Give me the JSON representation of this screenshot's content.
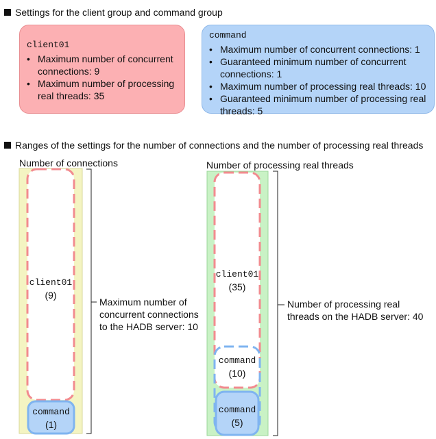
{
  "section1": {
    "heading": "Settings for the client group and command group"
  },
  "client_box": {
    "name": "client01",
    "items": [
      "Maximum number of concurrent connections: 9",
      "Maximum number of processing real threads: 35"
    ]
  },
  "command_box": {
    "name": "command",
    "items": [
      "Maximum number of concurrent connections: 1",
      "Guaranteed minimum number of concurrent connections: 1",
      "Maximum number of processing real threads: 10",
      "Guaranteed minimum number of processing real threads: 5"
    ]
  },
  "section2": {
    "heading": "Ranges of the settings for the number of connections and the number of processing real threads"
  },
  "connections": {
    "title": "Number of connections",
    "client_name": "client01",
    "client_value": "(9)",
    "command_name": "command",
    "command_value": "(1)",
    "bracket_label": "Maximum number of concurrent connections to the HADB server: 10"
  },
  "threads": {
    "title": "Number of processing real threads",
    "client_name": "client01",
    "client_value": "(35)",
    "command_max_name": "command",
    "command_max_value": "(10)",
    "command_min_name": "command",
    "command_min_value": "(5)",
    "bracket_label": "Number of processing real threads on the HADB server: 40"
  },
  "colors": {
    "pink_fill": "#fcb0b3",
    "blue_fill": "#b4d4f8",
    "yellow_range": "#f4f4c2",
    "green_range": "#c9f2c5",
    "red_dash": "#f28b8f",
    "blue_dash": "#7fb4f0"
  }
}
